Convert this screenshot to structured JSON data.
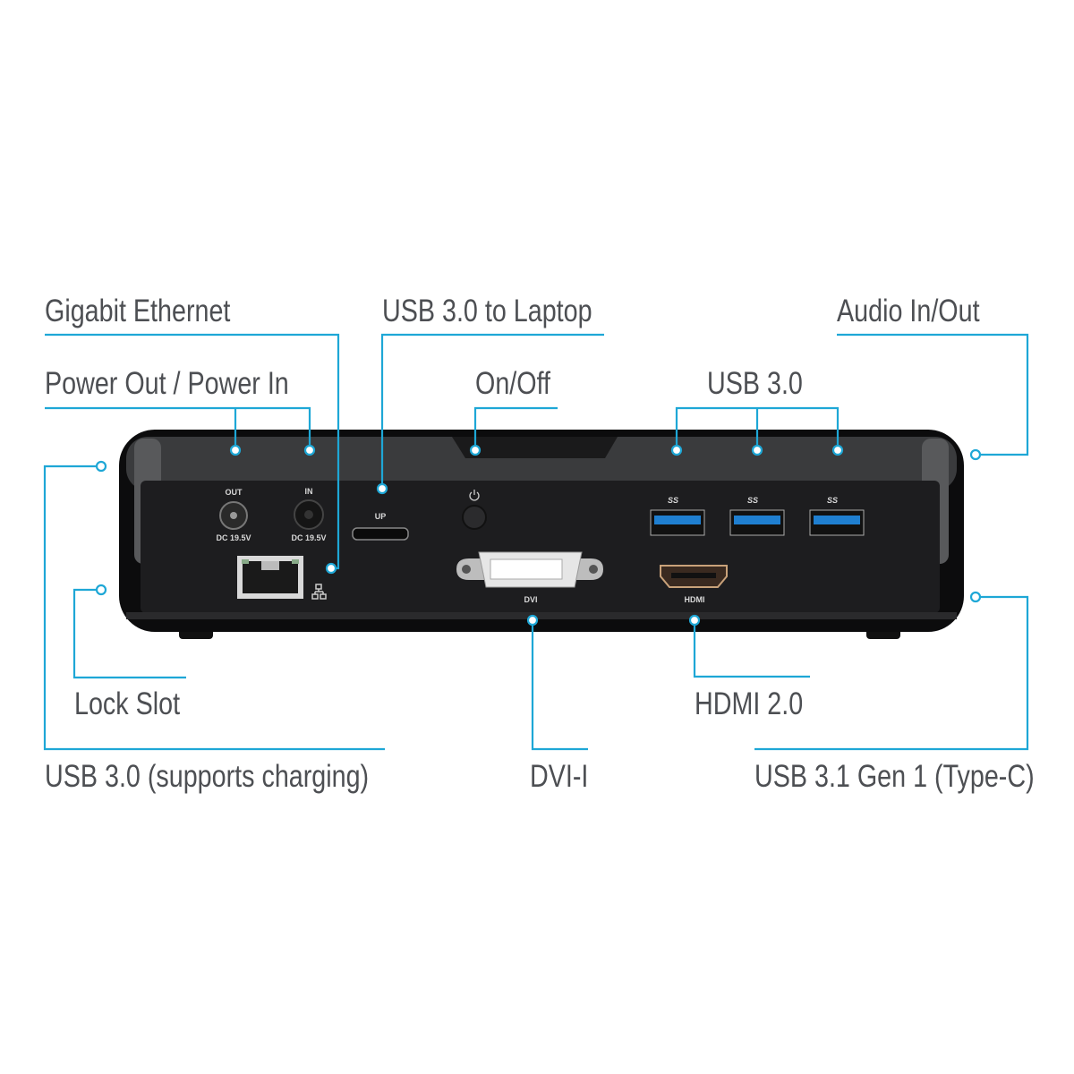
{
  "labels": {
    "gigabit_ethernet": "Gigabit Ethernet",
    "usb_to_laptop": "USB 3.0 to Laptop",
    "audio": "Audio In/Out",
    "power": "Power Out / Power In",
    "onoff": "On/Off",
    "usb30": "USB 3.0",
    "lock_slot": "Lock Slot",
    "hdmi": "HDMI 2.0",
    "usb_charging": "USB 3.0 (supports charging)",
    "dvi": "DVI-I",
    "usbc": "USB 3.1 Gen 1 (Type-C)"
  },
  "device": {
    "out": "OUT",
    "in": "IN",
    "dc_out": "DC 19.5V",
    "dc_in": "DC 19.5V",
    "up": "UP",
    "dvi": "DVI",
    "hdmi": "HDMI",
    "ss": "SS"
  },
  "colors": {
    "callout": "#1ea7d6",
    "text": "#4d4f53"
  }
}
